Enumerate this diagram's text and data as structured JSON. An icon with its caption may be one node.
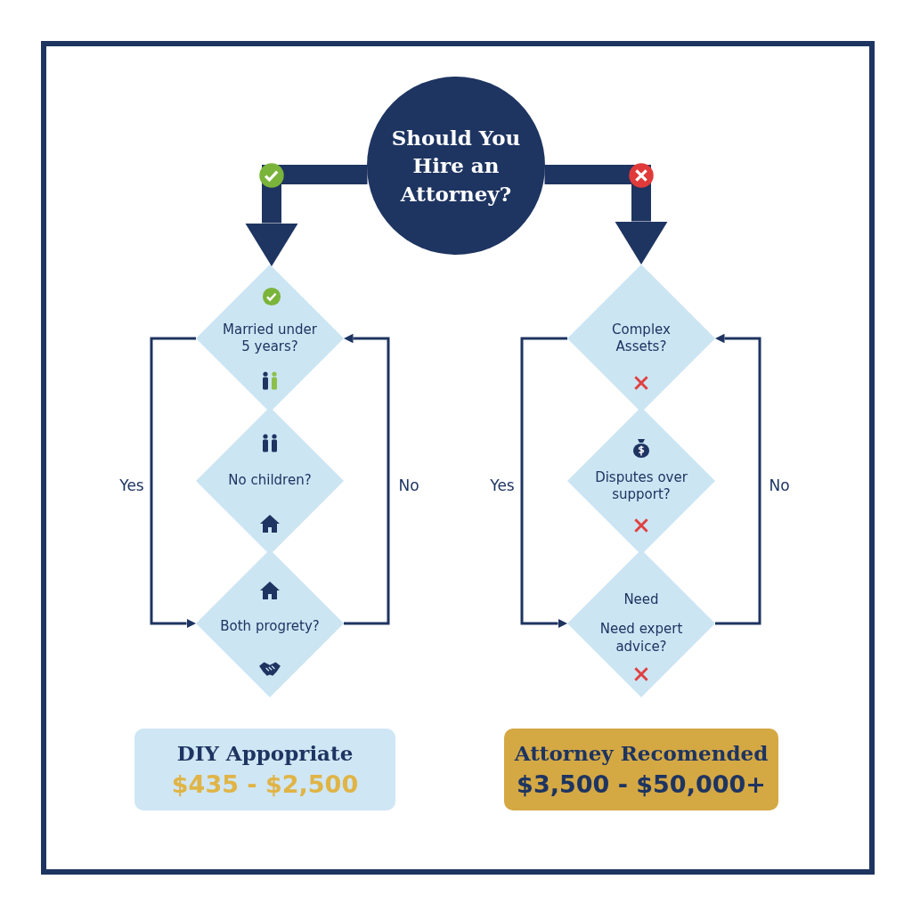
{
  "diagram": {
    "nodes": [
      {
        "text": [
          "Should You Hire an Attorney?"
        ]
      },
      {
        "text": [
          "Married under 5 years?"
        ]
      },
      {
        "text": [
          "No children?"
        ]
      },
      {
        "text": [
          "Both progrety?"
        ]
      },
      {
        "text": [
          "Complex Assets?"
        ]
      },
      {
        "text": [
          "Disputes over support?"
        ]
      },
      {
        "text": [
          "Need",
          "Need expert advice?"
        ]
      },
      {
        "text": [
          "DIY Appopriate",
          "$435 - $2,500"
        ]
      },
      {
        "text": [
          "Attorney Recomended",
          "$3,500 - $50,000+"
        ]
      }
    ],
    "edges": [
      {
        "from": 0,
        "to": 1,
        "arrow": "to",
        "style": "thick"
      },
      {
        "from": 0,
        "to": 4,
        "arrow": "to",
        "style": "thick"
      },
      {
        "from": 1,
        "to": 3,
        "arrow": "to",
        "label": "Yes"
      },
      {
        "from": 3,
        "to": 1,
        "arrow": "to",
        "label": "No"
      },
      {
        "from": 4,
        "to": 6,
        "arrow": "to",
        "label": "Yes"
      },
      {
        "from": 6,
        "to": 4,
        "arrow": "to",
        "label": "No"
      }
    ]
  }
}
